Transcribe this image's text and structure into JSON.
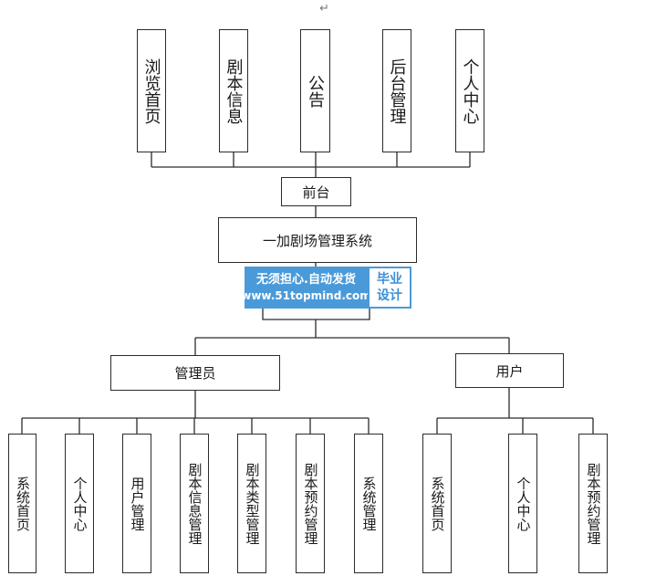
{
  "return_mark": "↵",
  "frontend": {
    "items": [
      {
        "label": "浏览首页"
      },
      {
        "label": "剧本信息"
      },
      {
        "label": "公告"
      },
      {
        "label": "后台管理"
      },
      {
        "label": "个人中心"
      }
    ],
    "hub_label": "前台"
  },
  "system": {
    "label": "一加剧场管理系统"
  },
  "watermark": {
    "line1": "无须担心.自动发货",
    "line2": "www.51topmind.com",
    "badge_line1": "毕业",
    "badge_line2": "设计"
  },
  "admin": {
    "label": "管理员",
    "items": [
      {
        "label": "系统首页"
      },
      {
        "label": "个人中心"
      },
      {
        "label": "用户管理"
      },
      {
        "label": "剧本信息管理"
      },
      {
        "label": "剧本类型管理"
      },
      {
        "label": "剧本预约管理"
      },
      {
        "label": "系统管理"
      }
    ]
  },
  "user": {
    "label": "用户",
    "items": [
      {
        "label": "系统首页"
      },
      {
        "label": "个人中心"
      },
      {
        "label": "剧本预约管理"
      }
    ]
  },
  "colors": {
    "line": "#2b2b2b",
    "watermark_bg": "#4a9ad9",
    "watermark_text": "#3a8fd6"
  }
}
